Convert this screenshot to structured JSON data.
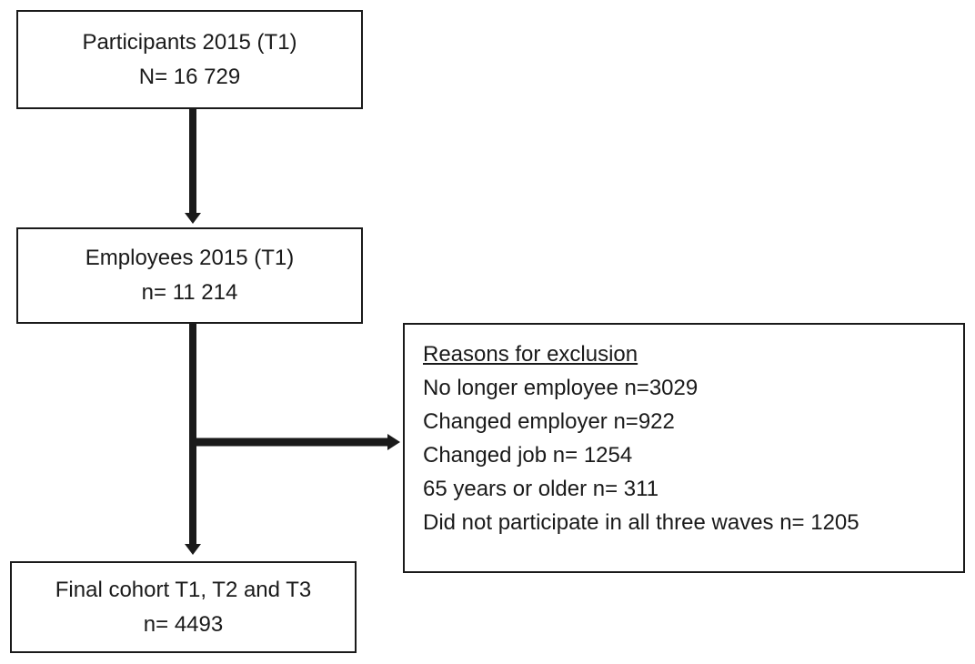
{
  "participants": {
    "title": "Participants 2015 (T1)",
    "count": "N= 16 729"
  },
  "employees": {
    "title": "Employees 2015 (T1)",
    "count": "n= 11 214"
  },
  "final_cohort": {
    "title": "Final cohort T1, T2 and T3",
    "count": "n= 4493"
  },
  "exclusion": {
    "heading": "Reasons for exclusion",
    "items": [
      "No longer employee n=3029",
      "Changed employer n=922",
      "Changed job n= 1254",
      "65 years or older n= 311",
      "Did not participate in all three waves n= 1205"
    ]
  },
  "colors": {
    "stroke": "#1a1a1a",
    "background": "#ffffff"
  }
}
